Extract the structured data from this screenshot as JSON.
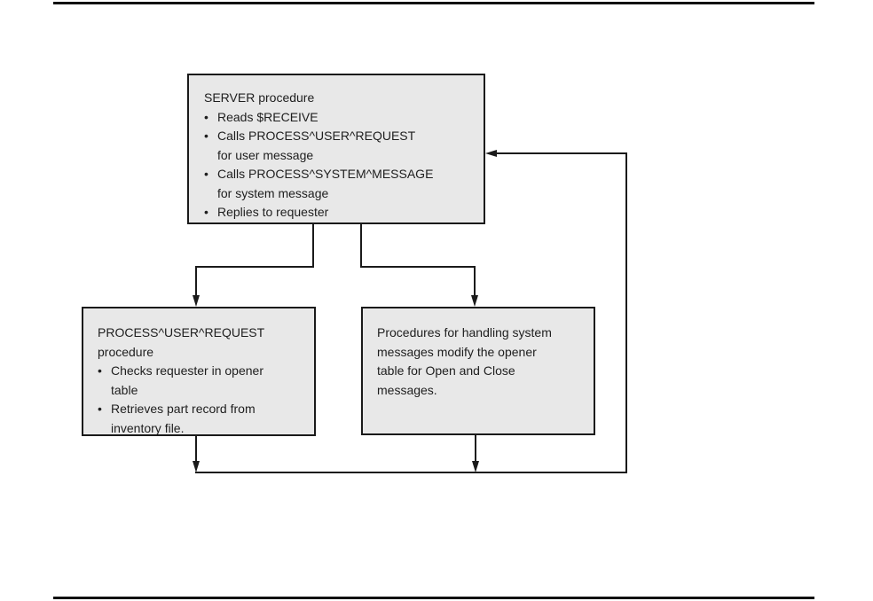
{
  "glyphs": {
    "bullet": "•"
  },
  "colors": {
    "box_fill": "#e8e8e8",
    "box_border": "#1a1a1a",
    "line": "#1a1a1a",
    "text": "#1e1e1e",
    "background": "#ffffff"
  },
  "boxes": {
    "server": {
      "title": "SERVER procedure",
      "bullets": [
        {
          "lines": [
            "Reads $RECEIVE"
          ]
        },
        {
          "lines": [
            "Calls PROCESS^USER^REQUEST",
            "for user message"
          ]
        },
        {
          "lines": [
            "Calls PROCESS^SYSTEM^MESSAGE",
            "for system message"
          ]
        },
        {
          "lines": [
            "Replies to requester"
          ]
        }
      ]
    },
    "user_request": {
      "title_lines": [
        "PROCESS^USER^REQUEST",
        "procedure"
      ],
      "bullets": [
        {
          "lines": [
            "Checks requester in opener",
            "table"
          ]
        },
        {
          "lines": [
            "Retrieves part record from",
            "inventory file."
          ]
        }
      ]
    },
    "system_messages": {
      "lines": [
        "Procedures for handling system",
        "messages modify the opener",
        "table for Open and Close",
        "messages."
      ]
    }
  }
}
